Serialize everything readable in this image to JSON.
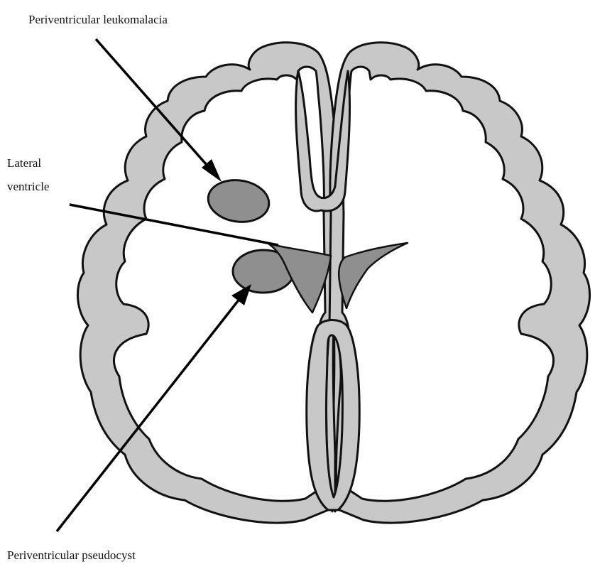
{
  "labels": {
    "leukomalacia": "Periventricular leukomalacia",
    "lateral_ventricle_line1": "Lateral",
    "lateral_ventricle_line2": "ventricle",
    "pseudocyst": "Periventricular pseudocyst"
  },
  "colors": {
    "cortex_fill": "#c8c8c8",
    "lesion_fill": "#8f8f8f",
    "outline": "#111111",
    "background": "#ffffff"
  }
}
